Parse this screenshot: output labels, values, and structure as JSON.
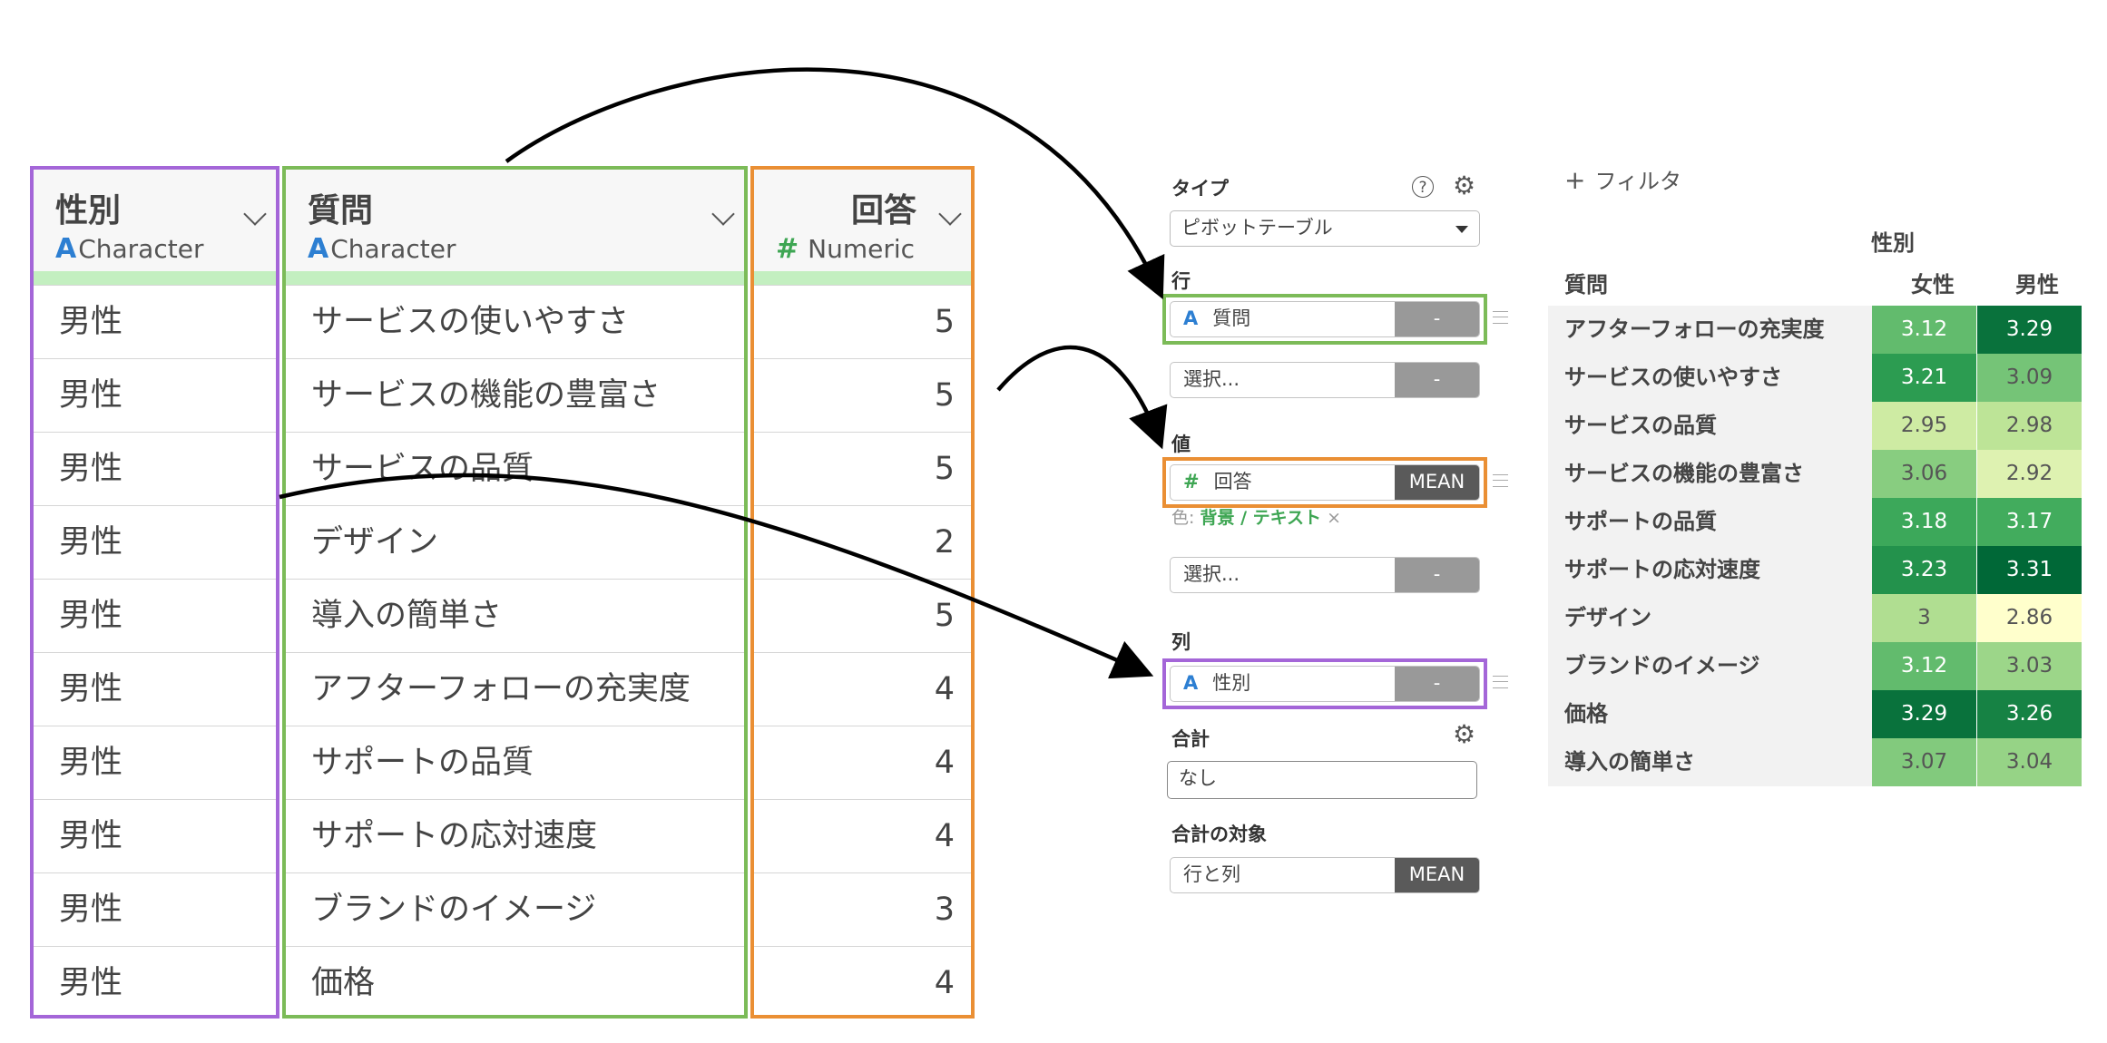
{
  "data_table": {
    "columns": [
      {
        "name": "性別",
        "type_icon": "A",
        "type": "Character"
      },
      {
        "name": "質問",
        "type_icon": "A",
        "type": "Character"
      },
      {
        "name": "回答",
        "type_icon": "#",
        "type": "Numeric"
      }
    ],
    "rows": [
      [
        "男性",
        "サービスの使いやすさ",
        "5"
      ],
      [
        "男性",
        "サービスの機能の豊富さ",
        "5"
      ],
      [
        "男性",
        "サービスの品質",
        "5"
      ],
      [
        "男性",
        "デザイン",
        "2"
      ],
      [
        "男性",
        "導入の簡単さ",
        "5"
      ],
      [
        "男性",
        "アフターフォローの充実度",
        "4"
      ],
      [
        "男性",
        "サポートの品質",
        "4"
      ],
      [
        "男性",
        "サポートの応対速度",
        "4"
      ],
      [
        "男性",
        "ブランドのイメージ",
        "3"
      ],
      [
        "男性",
        "価格",
        "4"
      ]
    ]
  },
  "config": {
    "type_label": "タイプ",
    "help_icon": "?",
    "type_value": "ピボットテーブル",
    "rows_label": "行",
    "row_field": {
      "icon": "A",
      "name": "質問",
      "button": "-"
    },
    "row_select": {
      "placeholder": "選択...",
      "button": "-"
    },
    "values_label": "値",
    "value_field": {
      "icon": "#",
      "name": "回答",
      "button": "MEAN"
    },
    "color_label": "色:",
    "color_value": "背景 / テキスト",
    "color_remove": "×",
    "value_select": {
      "placeholder": "選択...",
      "button": "-"
    },
    "cols_label": "列",
    "col_field": {
      "icon": "A",
      "name": "性別",
      "button": "-"
    },
    "total_label": "合計",
    "total_value": "なし",
    "total_target_label": "合計の対象",
    "total_target_field": {
      "name": "行と列",
      "button": "MEAN"
    }
  },
  "pivot": {
    "filter_plus": "+",
    "filter_label": "フィルタ",
    "col_group": "性別",
    "row_header": "質問",
    "col_headers": [
      "女性",
      "男性"
    ],
    "rows": [
      {
        "name": "アフターフォローの充実度",
        "values": [
          "3.12",
          "3.29"
        ]
      },
      {
        "name": "サービスの使いやすさ",
        "values": [
          "3.21",
          "3.09"
        ]
      },
      {
        "name": "サービスの品質",
        "values": [
          "2.95",
          "2.98"
        ]
      },
      {
        "name": "サービスの機能の豊富さ",
        "values": [
          "3.06",
          "2.92"
        ]
      },
      {
        "name": "サポートの品質",
        "values": [
          "3.18",
          "3.17"
        ]
      },
      {
        "name": "サポートの応対速度",
        "values": [
          "3.23",
          "3.31"
        ]
      },
      {
        "name": "デザイン",
        "values": [
          "3",
          "2.86"
        ]
      },
      {
        "name": "ブランドのイメージ",
        "values": [
          "3.12",
          "3.03"
        ]
      },
      {
        "name": "価格",
        "values": [
          "3.29",
          "3.26"
        ]
      },
      {
        "name": "導入の簡単さ",
        "values": [
          "3.07",
          "3.04"
        ]
      }
    ]
  },
  "colors": {
    "gender_highlight": "#a466d8",
    "question_highlight": "#7cbb58",
    "answer_highlight": "#ea8f34",
    "type_character": "#2d7fd2",
    "type_numeric": "#3ea653"
  }
}
